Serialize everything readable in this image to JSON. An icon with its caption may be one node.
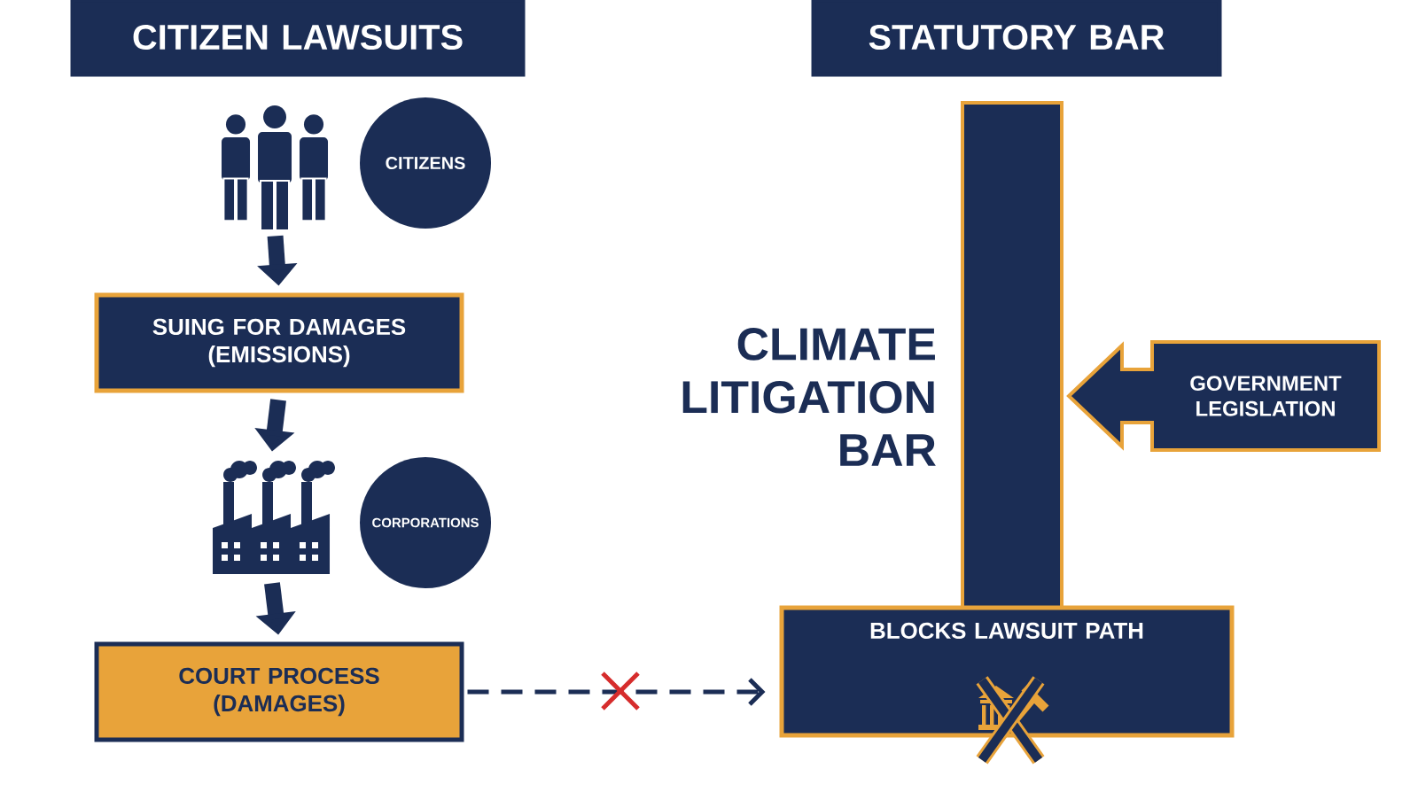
{
  "diagram": {
    "nodes": [
      {
        "text": [
          "CITIZEN LAWSUITS"
        ]
      },
      {
        "text": [],
        "shape": "person"
      },
      {
        "text": [
          "CITIZENS"
        ]
      },
      {
        "text": [
          "SUING FOR DAMAGES (EMISSIONS)"
        ]
      },
      {
        "text": [],
        "shape": "factory"
      },
      {
        "text": [
          "CORPORATIONS"
        ]
      },
      {
        "text": [
          "COURT PROCESS (DAMAGES)"
        ]
      },
      {
        "text": [
          "STATUTORY BAR"
        ]
      },
      {
        "text": [],
        "shape": "bar"
      },
      {
        "text": [
          "GOVERNMENT LEGISLATION"
        ]
      },
      {
        "text": [
          "BLOCKS LAWSUIT PATH"
        ]
      }
    ],
    "edges": [
      {
        "from": 1,
        "to": 3,
        "arrow": "to"
      },
      {
        "from": 3,
        "to": 4,
        "arrow": "to"
      },
      {
        "from": 4,
        "to": 6,
        "arrow": "to"
      },
      {
        "from": 6,
        "to": 10,
        "arrow": "to",
        "style": "dashed"
      }
    ],
    "labels": [
      "CLIMATE LITIGATION BAR"
    ]
  }
}
